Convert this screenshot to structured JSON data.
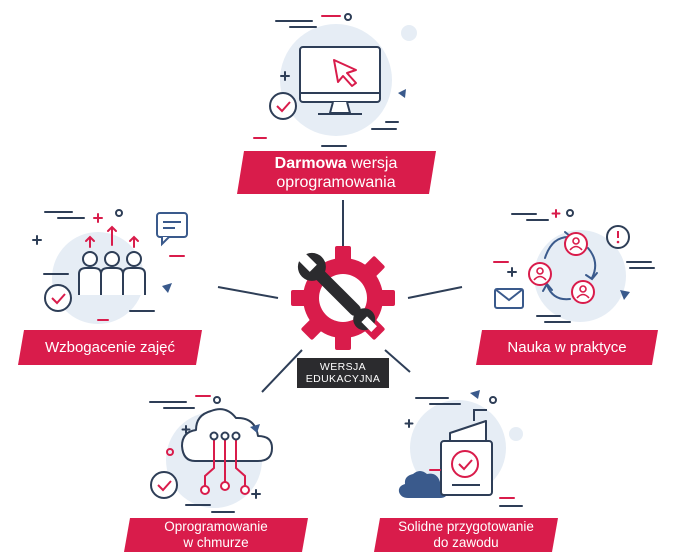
{
  "colors": {
    "accent": "#d91c4b",
    "dark": "#2b2b2e",
    "line": "#2e3e57",
    "blue": "#3a5a8c",
    "light_blue": "#e6edf5",
    "white": "#ffffff"
  },
  "center": {
    "icon": "gear-wrench-icon",
    "badge_line1": "WERSJA",
    "badge_line2": "EDUKACYJNA"
  },
  "nodes": {
    "top": {
      "title_bold": "Darmowa",
      "title_rest": "wersja",
      "title_line2": "oprogramowania",
      "icon": "monitor-cursor-icon"
    },
    "left": {
      "title": "Wzbogacenie zajęć",
      "icon": "people-growth-icon"
    },
    "right": {
      "title": "Nauka w praktyce",
      "icon": "user-exchange-cycle-icon"
    },
    "bottom_left": {
      "title_line1": "Oprogramowanie",
      "title_line2": "w chmurze",
      "icon": "cloud-network-icon"
    },
    "bottom_right": {
      "title_line1": "Solidne przygotowanie",
      "title_line2": "do zawodu",
      "icon": "certified-document-icon"
    }
  }
}
